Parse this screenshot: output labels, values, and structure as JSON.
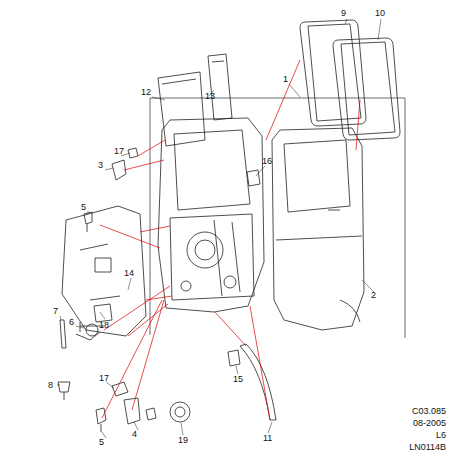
{
  "diagram": {
    "labels": [
      "9",
      "10",
      "12",
      "13",
      "1",
      "17",
      "3",
      "16",
      "5",
      "2",
      "14",
      "18",
      "7",
      "6",
      "17",
      "8",
      "5",
      "4",
      "15",
      "19",
      "11",
      "C03.085",
      "08-2005",
      "L6",
      "LN0114B"
    ]
  }
}
